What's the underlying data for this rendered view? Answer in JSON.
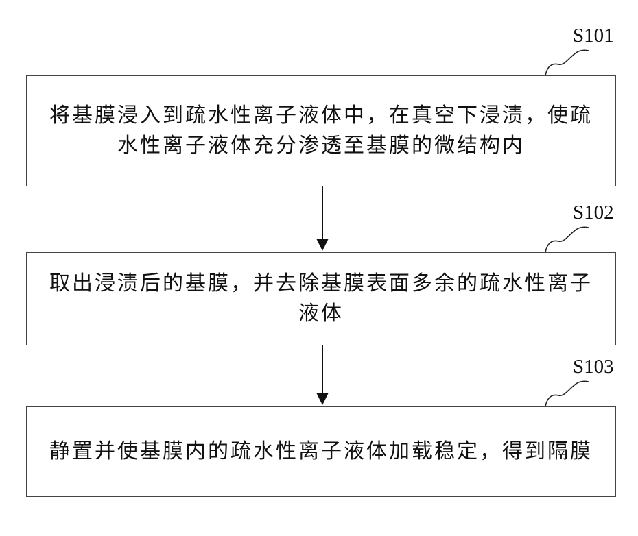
{
  "steps": [
    {
      "id": "S101",
      "text": "将基膜浸入到疏水性离子液体中，在真空下浸渍，使疏水性离子液体充分渗透至基膜的微结构内"
    },
    {
      "id": "S102",
      "text": "取出浸渍后的基膜，并去除基膜表面多余的疏水性离子液体"
    },
    {
      "id": "S103",
      "text": "静置并使基膜内的疏水性离子液体加载稳定，得到隔膜"
    }
  ]
}
